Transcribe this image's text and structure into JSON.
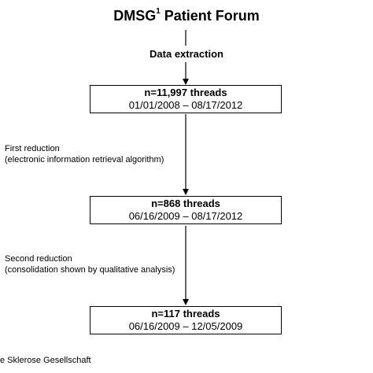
{
  "title": {
    "text": "DMSG",
    "superscript": "1",
    "suffix": " Patient Forum"
  },
  "extraction_label": "Data extraction",
  "boxes": [
    {
      "title": "n=11,997 threads",
      "range": "01/01/2008 – 08/17/2012"
    },
    {
      "title": "n=868 threads",
      "range": "06/16/2009 – 08/17/2012"
    },
    {
      "title": "n=117 threads",
      "range": "06/16/2009 – 12/05/2009"
    }
  ],
  "reductions": [
    {
      "line1": "First reduction",
      "line2": "(electronic information retrieval algorithm)"
    },
    {
      "line1": "Second reduction",
      "line2": "(consolidation shown by qualitative analysis)"
    }
  ],
  "footnote": "e Sklerose Gesellschaft"
}
